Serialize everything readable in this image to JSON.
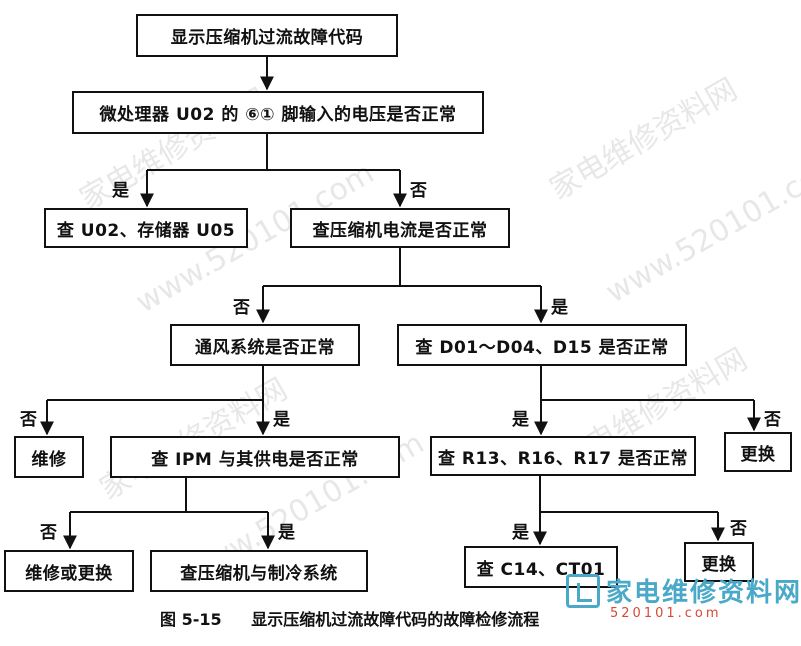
{
  "boxes": {
    "top": "显示压缩机过流故障代码",
    "q_voltage": "微处理器 U02 的 ⑥① 脚输入的电压是否正常",
    "check_u02": "查 U02、存储器 U05",
    "q_current": "查压缩机电流是否正常",
    "q_vent": "通风系统是否正常",
    "q_diode": "查 D01～D04、D15 是否正常",
    "repair": "维修",
    "q_ipm": "查 IPM 与其供电是否正常",
    "q_resistor": "查 R13、R16、R17 是否正常",
    "replace1": "更换",
    "repair_replace": "维修或更换",
    "check_comp": "查压缩机与制冷系统",
    "check_cap": "查 C14、CT01",
    "replace2": "更换"
  },
  "labels": {
    "l1_yes": "是",
    "l1_no": "否",
    "l2_no": "否",
    "l2_yes": "是",
    "l3a_no": "否",
    "l3a_yes": "是",
    "l3b_yes": "是",
    "l3b_no": "否",
    "l4a_no": "否",
    "l4a_yes": "是",
    "l4b_yes": "是",
    "l4b_no": "否"
  },
  "caption": {
    "number": "图 5-15",
    "title": "显示压缩机过流故障代码的故障检修流程"
  },
  "watermark": {
    "site": "家电维修资料网",
    "url": "www.520101.com",
    "logo_text": "家电维修资料网",
    "logo_url": "520101.com"
  },
  "colors": {
    "line": "#111111",
    "logo": "#4aa8c8",
    "logo_url": "#d64a3a"
  }
}
